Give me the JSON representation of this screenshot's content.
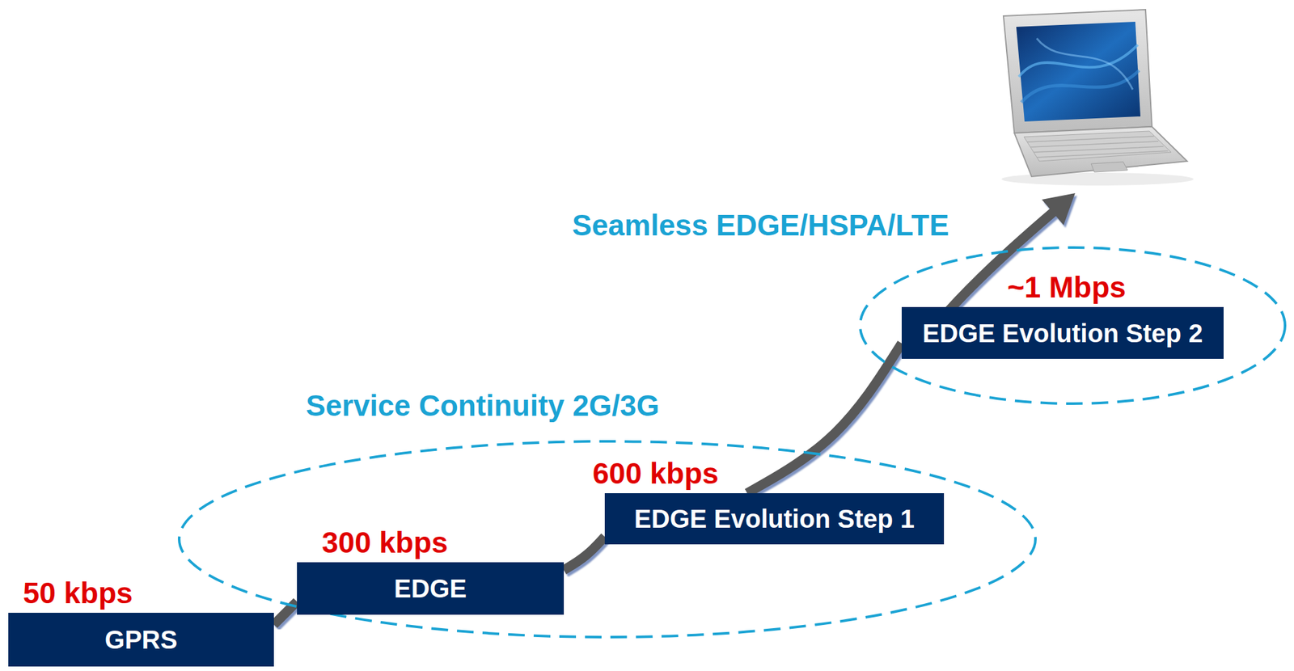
{
  "diagram": {
    "nodes": [
      {
        "text": [
          "50 kbps",
          "GPRS"
        ]
      },
      {
        "text": [
          "Service Continuity 2G/3G"
        ]
      },
      {
        "text": [
          "300 kbps",
          "EDGE"
        ],
        "in": 1
      },
      {
        "text": [
          "600 kbps",
          "EDGE Evolution Step 1"
        ],
        "in": 1
      },
      {
        "text": [
          "Seamless EDGE/HSPA/LTE"
        ]
      },
      {
        "text": [
          "~1 Mbps",
          "EDGE Evolution Step 2"
        ],
        "in": 4
      }
    ],
    "edges": [
      {
        "from": 0,
        "to": 2,
        "arrow": "none"
      },
      {
        "from": 2,
        "to": 3,
        "arrow": "none"
      },
      {
        "from": 3,
        "to": 5,
        "arrow": "none"
      }
    ]
  }
}
